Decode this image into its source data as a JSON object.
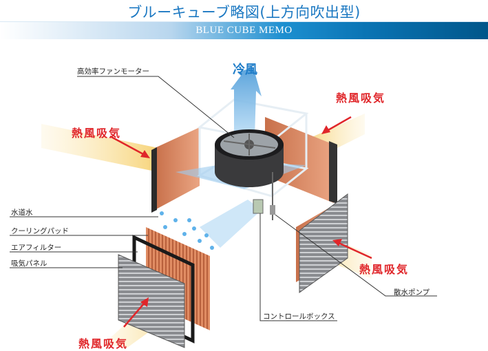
{
  "header": {
    "title": "ブルーキューブ略図(上方向吹出型)",
    "subtitle": "BLUE CUBE MEMO"
  },
  "diagram": {
    "cold_air": "冷風",
    "hot_air_labels": [
      "熱風吸気",
      "熱風吸気",
      "熱風吸気",
      "熱風吸気"
    ],
    "parts": {
      "fan_motor": "高効率ファンモーター",
      "tap_water": "水道水",
      "cooling_pad": "クーリングパッド",
      "air_filter": "エアフィルター",
      "intake_panel": "吸気パネル",
      "water_pump": "散水ポンプ",
      "control_box": "コントロールボックス"
    },
    "colors": {
      "title": "#1b78c2",
      "hot_air": "#e0262a",
      "cold_air": "#1e7cc8",
      "pad": "#d9825a"
    }
  }
}
